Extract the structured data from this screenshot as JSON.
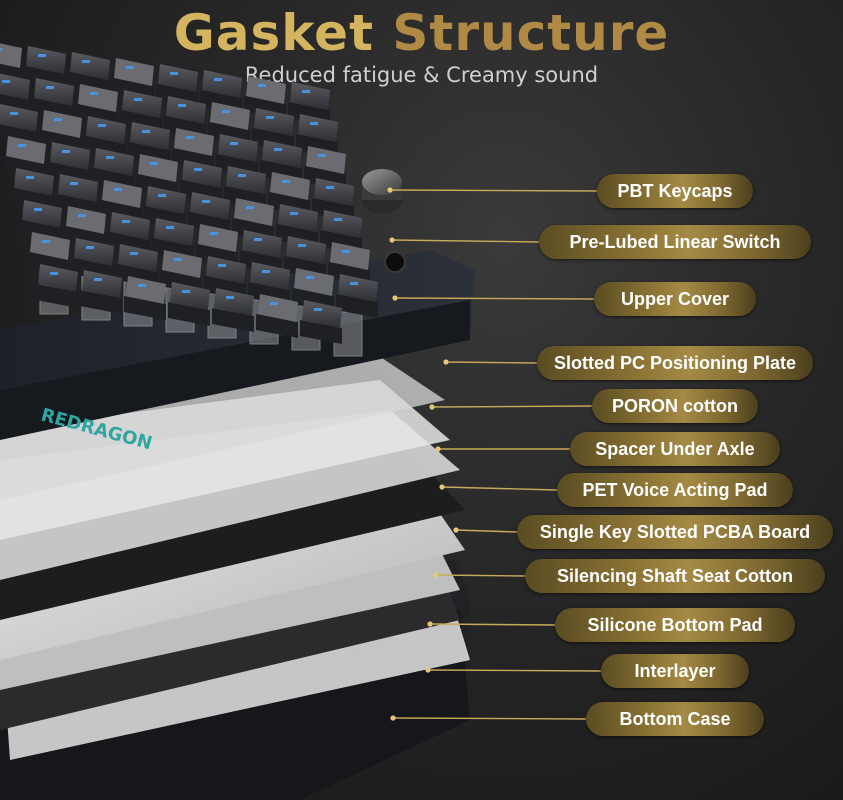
{
  "header": {
    "title_word1": "Gasket",
    "title_word2": "Structure",
    "subtitle": "Reduced fatigue & Creamy sound"
  },
  "brand_text": "REDRAGON",
  "layers": [
    "PBT Keycaps",
    "Pre-Lubed Linear Switch",
    "Upper Cover",
    "Slotted PC Positioning Plate",
    "PORON cotton",
    "Spacer Under Axle",
    "PET Voice Acting Pad",
    "Single Key Slotted PCBA Board",
    "Silencing Shaft Seat Cotton",
    "Silicone Bottom Pad",
    "Interlayer",
    "Bottom Case"
  ],
  "colors": {
    "gold": "#d4b45e",
    "gold_dark": "#b08a45",
    "keycap_light": "#4a4c52",
    "keycap_dark": "#2a2b2f",
    "legend_blue": "#4a90e2",
    "brand_teal": "#2fa7a0"
  }
}
